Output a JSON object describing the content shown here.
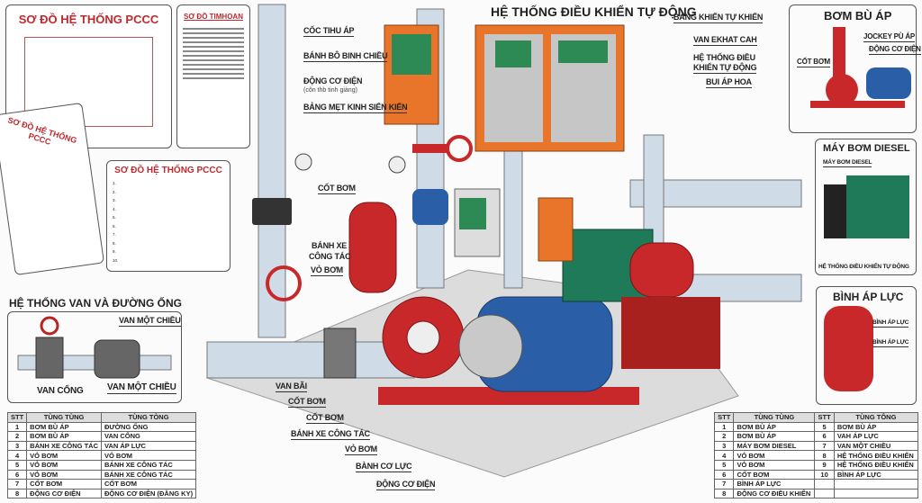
{
  "posters": {
    "main_title": "SƠ ĐỒ HỆ THỐNG PCCC",
    "second_title": "SƠ ĐỒ TIMHOAN",
    "rotated_title": "SƠ ĐỒ HỆ THỐNG PCCC",
    "notice_title": "SƠ ĐỒ HỆ THỐNG PCCC",
    "notice_items": [
      "1.",
      "2.",
      "3.",
      "4.",
      "5.",
      "6.",
      "7.",
      "8.",
      "9.",
      "10."
    ]
  },
  "control": {
    "title": "HỆ THỐNG ĐIỀU KHIỂN TỰ ĐỘNG",
    "left_labels": [
      "CỐC TIHU ÁP",
      "BÁNH BÔ BINH CHIỀU",
      "ĐỘNG CƠ ĐIỆN",
      "BẢNG MẸT KINH SIẾN KIẾN"
    ],
    "left_sublabel": "(côn thb tinh giàng)",
    "right_labels": [
      "BẢNG KHIẾN TỰ KHIẾN",
      "VAN EKHAT CAH",
      "HỆ THỐNG ĐIỀU",
      "KHIỂN TỰ ĐỘNG",
      "BUI ÁP HOA"
    ]
  },
  "pump_labels": {
    "cot_bom": "CỐT BƠM",
    "banh_xe_1": "BÁNH XE",
    "banh_xe_2": "CÔNG TÁC",
    "vo_bom": "VỎ BƠM",
    "bottom": [
      "VAN BÃI",
      "CỐT BƠM",
      "CỐT BƠM",
      "BÁNH XE CÔNG TÁC",
      "VỎ BƠM",
      "BÀNH CƠ LỰC",
      "ĐỘNG CƠ ĐIỆN"
    ]
  },
  "valves": {
    "title": "HỆ THỐNG VAN VÀ ĐƯỜNG ỐNG",
    "check_top": "VAN MỘT CHIỀU",
    "gate": "VAN CỔNG",
    "check_bottom": "VAN MỘT CHIỀU"
  },
  "jockey": {
    "title": "BƠM BÙ ÁP",
    "jockey": "JOCKEY PÙ ÁP",
    "motor": "ĐỘNG CƠ ĐIỆN",
    "shaft": "CỐT BƠM"
  },
  "diesel": {
    "title": "MÁY BƠM DIESEL",
    "engine": "MÁY BƠM DIESEL",
    "control": "HỆ THỐNG ĐIỀU KHIỂN TỰ ĐỘNG"
  },
  "tank": {
    "title": "BÌNH ÁP LỰC",
    "label1": "BÌNH ÁP LỰC",
    "label2": "BÌNH ÁP LỰC"
  },
  "table_left": {
    "headers": [
      "STT",
      "TÙNG TÙNG",
      "TÙNG TÒNG"
    ],
    "rows": [
      [
        "1",
        "BƠM BÙ ÁP",
        "ĐƯỜNG ỐNG"
      ],
      [
        "2",
        "BƠM BÙ ÁP",
        "VAN CỔNG"
      ],
      [
        "3",
        "BÁNH XE CÔNG TÁC",
        "VAN ÁP LỰC"
      ],
      [
        "4",
        "VỎ BƠM",
        "VỎ BƠM"
      ],
      [
        "5",
        "VỎ BƠM",
        "BÁNH XE CÔNG TÁC"
      ],
      [
        "6",
        "VỎ BƠM",
        "BÁNH XE CÔNG TÁC"
      ],
      [
        "7",
        "CỐT BƠM",
        "CỐT BƠM"
      ],
      [
        "8",
        "ĐỘNG CƠ ĐIỆN",
        "ĐỘNG CƠ ĐIỆN (ĐĂNG KY)"
      ]
    ]
  },
  "table_right": {
    "headers": [
      "STT",
      "TÙNG TÙNG",
      "STT",
      "TÙNG TÔNG"
    ],
    "rows": [
      [
        "1",
        "BƠM BÙ ÁP",
        "5",
        "BƠM BÙ ÁP"
      ],
      [
        "2",
        "BƠM BÙ ÁP",
        "6",
        "VAH ÁP LỰC"
      ],
      [
        "3",
        "MÁY BƠM DIESEL",
        "7",
        "VAN MỘT CHIỀU"
      ],
      [
        "4",
        "VỎ BƠM",
        "8",
        "HỆ THỐNG ĐIỀU KHIỂN"
      ],
      [
        "5",
        "VỎ BƠM",
        "9",
        "HỆ THỐNG ĐIỀU KHIỂN"
      ],
      [
        "6",
        "CỐT BƠM",
        "10",
        "BÌNH ÁP LỰC"
      ],
      [
        "7",
        "BÌNH ÁP LỰC",
        "",
        ""
      ],
      [
        "8",
        "ĐỘNG CƠ ĐIỀU KHIỂN",
        "",
        ""
      ]
    ]
  },
  "colors": {
    "red": "#c8282a",
    "motor_blue": "#2a5fa8",
    "cabinet_orange": "#e8752a",
    "engine_green": "#1f7a5a",
    "pipe": "#cfdbe6"
  }
}
